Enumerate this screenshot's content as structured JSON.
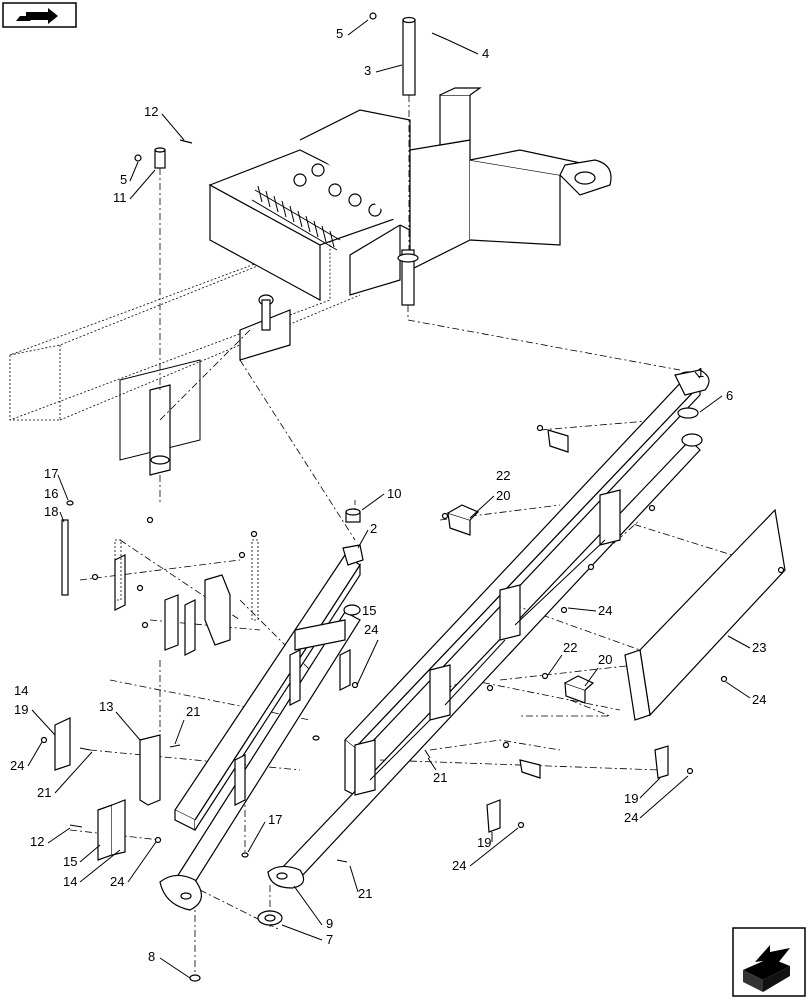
{
  "icons": {
    "top_left": "book-arrow-icon",
    "bottom_right": "next-page-arrow-icon"
  },
  "callouts": {
    "c1": "1",
    "c2": "2",
    "c3": "3",
    "c4": "4",
    "c5a": "5",
    "c5b": "5",
    "c6": "6",
    "c7": "7",
    "c8": "8",
    "c9": "9",
    "c10": "10",
    "c11": "11",
    "c12a": "12",
    "c12b": "12",
    "c13": "13",
    "c14a": "14",
    "c14b": "14",
    "c15a": "15",
    "c15b": "15",
    "c16": "16",
    "c17a": "17",
    "c17b": "17",
    "c18": "18",
    "c19a": "19",
    "c19b": "19",
    "c19c": "19",
    "c20a": "20",
    "c20b": "20",
    "c21a": "21",
    "c21b": "21",
    "c21c": "21",
    "c21d": "21",
    "c22a": "22",
    "c22b": "22",
    "c23": "23",
    "c24a": "24",
    "c24b": "24",
    "c24c": "24",
    "c24d": "24",
    "c24e": "24",
    "c24f": "24",
    "c24g": "24"
  }
}
